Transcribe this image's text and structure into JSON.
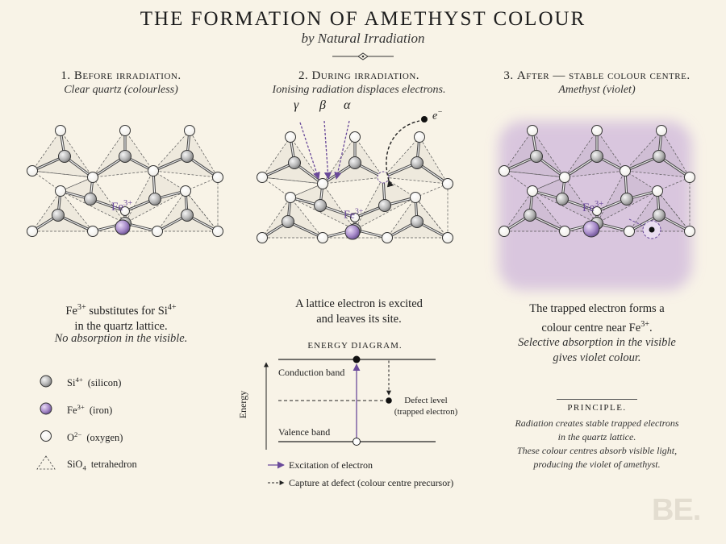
{
  "title": "THE FORMATION OF AMETHYST COLOUR",
  "subtitle": "by Natural Irradiation",
  "panels": [
    {
      "num": "1.",
      "heading": "Before irradiation.",
      "subheading": "Clear quartz (colourless)",
      "ion": "Fe",
      "ion_charge": "3+",
      "caption_line1_a": "Fe",
      "caption_line1_sup_a": "3+",
      "caption_line1_b": " substitutes for Si",
      "caption_line1_sup_b": "4+",
      "caption_line2": "in the quartz lattice.",
      "note": "No absorption in the visible."
    },
    {
      "num": "2.",
      "heading": "During irradiation.",
      "subheading": "Ionising radiation displaces electrons.",
      "ion": "Fe",
      "ion_charge": "3+",
      "radiation": [
        "γ",
        "β",
        "α"
      ],
      "electron": "e",
      "electron_charge": "−",
      "caption_line1": "A lattice electron is excited",
      "caption_line2": "and leaves its site."
    },
    {
      "num": "3.",
      "heading": "After — stable colour centre.",
      "subheading": "Amethyst (violet)",
      "ion": "Fe",
      "ion_charge": "3+",
      "caption_line1": "The trapped electron forms a",
      "caption_line2_a": "colour centre near Fe",
      "caption_line2_sup": "3+",
      "caption_line2_b": ".",
      "note_line1": "Selective absorption in the visible",
      "note_line2": "gives violet colour."
    }
  ],
  "legend": [
    {
      "symbol": "si",
      "label": "Si",
      "charge": "4+",
      "desc": "(silicon)"
    },
    {
      "symbol": "fe",
      "label": "Fe",
      "charge": "3+",
      "desc": "(iron)"
    },
    {
      "symbol": "o",
      "label": "O",
      "charge": "2−",
      "desc": "(oxygen)"
    },
    {
      "symbol": "tetra",
      "label": "SiO",
      "sub": "4",
      "desc": "tetrahedron"
    }
  ],
  "energy_diagram": {
    "title": "ENERGY DIAGRAM.",
    "y_axis": "Energy",
    "conduction": "Conduction band",
    "valence": "Valence band",
    "defect_line1": "Defect level",
    "defect_line2": "(trapped electron)",
    "legend_excitation": "Excitation of electron",
    "legend_capture": "Capture at defect (colour centre precursor)"
  },
  "principle": {
    "heading": "PRINCIPLE.",
    "lines": [
      "Radiation creates stable trapped electrons",
      "in the quartz lattice.",
      "These colour centres absorb visible light,",
      "producing the violet of amethyst."
    ]
  },
  "logo": "BE.",
  "colors": {
    "background": "#f8f3e7",
    "violet": "#6a4a9a",
    "violet_tint": "#d9c8e2",
    "atom_grey": "#b9b9b9"
  }
}
